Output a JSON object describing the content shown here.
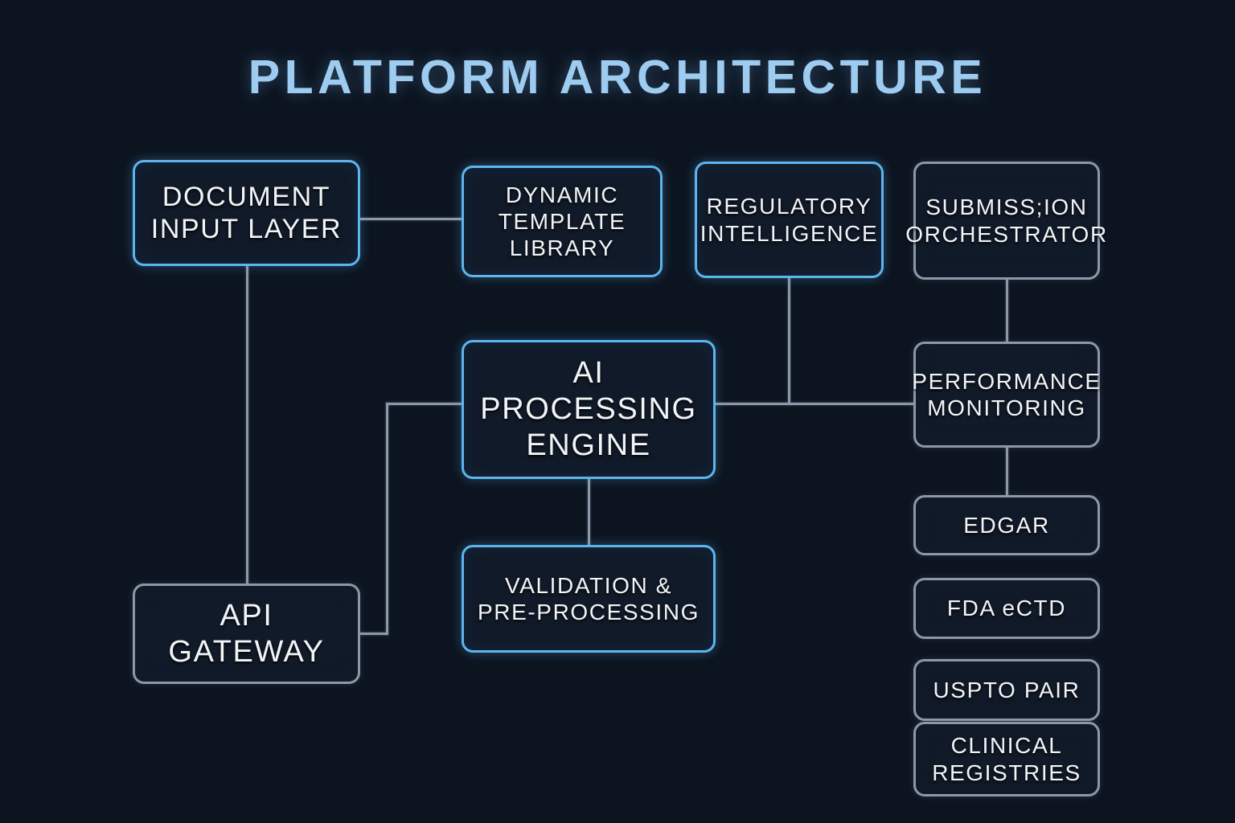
{
  "title": "PLATFORM ARCHITECTURE",
  "theme": {
    "background": "#0c1420",
    "node_fill": "#111a28",
    "accent_border": "#5db4ef",
    "muted_border": "#8c98a8",
    "title_color": "#9ecbf0",
    "text_color": "#f2f5f8",
    "connector_color": "#8c98a8"
  },
  "nodes": [
    {
      "id": "document-input-layer",
      "lines": [
        "DOCUMENT",
        "INPUT LAYER"
      ],
      "style": "accent",
      "size": "lg"
    },
    {
      "id": "dynamic-template-library",
      "lines": [
        "DYNAMIC",
        "TEMPLATE",
        "LIBRARY"
      ],
      "style": "accent",
      "size": "md"
    },
    {
      "id": "regulatory-intelligence",
      "lines": [
        "REGULATORY",
        "INTELLIGENCE"
      ],
      "style": "accent",
      "size": "md"
    },
    {
      "id": "submission-orchestrator",
      "lines": [
        "SUBMISS;ION",
        "ORCHESTRATOR"
      ],
      "style": "muted",
      "size": "md"
    },
    {
      "id": "ai-processing-engine",
      "lines": [
        "AI",
        "PROCESSING",
        "ENGINE"
      ],
      "style": "accent",
      "size": "xl"
    },
    {
      "id": "performance-monitoring",
      "lines": [
        "PERFORMANCE",
        "MONITORING"
      ],
      "style": "muted",
      "size": "md"
    },
    {
      "id": "validation-pre-processing",
      "lines": [
        "VALIDATION &",
        "PRE-PROCESSING"
      ],
      "style": "accent",
      "size": "md"
    },
    {
      "id": "api-gateway",
      "lines": [
        "API",
        "GATEWAY"
      ],
      "style": "muted",
      "size": "xl"
    },
    {
      "id": "edgar",
      "lines": [
        "EDGAR"
      ],
      "style": "muted",
      "size": "md"
    },
    {
      "id": "fda-ectd",
      "lines": [
        "FDA eCTD"
      ],
      "style": "muted",
      "size": "md"
    },
    {
      "id": "uspto-pair",
      "lines": [
        "USPTO PAIR"
      ],
      "style": "muted",
      "size": "md"
    },
    {
      "id": "clinical-registries",
      "lines": [
        "CLINICAL",
        "REGISTRIES"
      ],
      "style": "muted",
      "size": "md"
    }
  ],
  "connections": [
    {
      "from": "document-input-layer",
      "to": "dynamic-template-library"
    },
    {
      "from": "document-input-layer",
      "to": "api-gateway"
    },
    {
      "from": "api-gateway",
      "to": "ai-processing-engine"
    },
    {
      "from": "ai-processing-engine",
      "to": "validation-pre-processing"
    },
    {
      "from": "ai-processing-engine",
      "to": "performance-monitoring"
    },
    {
      "from": "regulatory-intelligence",
      "to": "performance-monitoring"
    },
    {
      "from": "submission-orchestrator",
      "to": "performance-monitoring"
    },
    {
      "from": "performance-monitoring",
      "to": "edgar"
    }
  ]
}
